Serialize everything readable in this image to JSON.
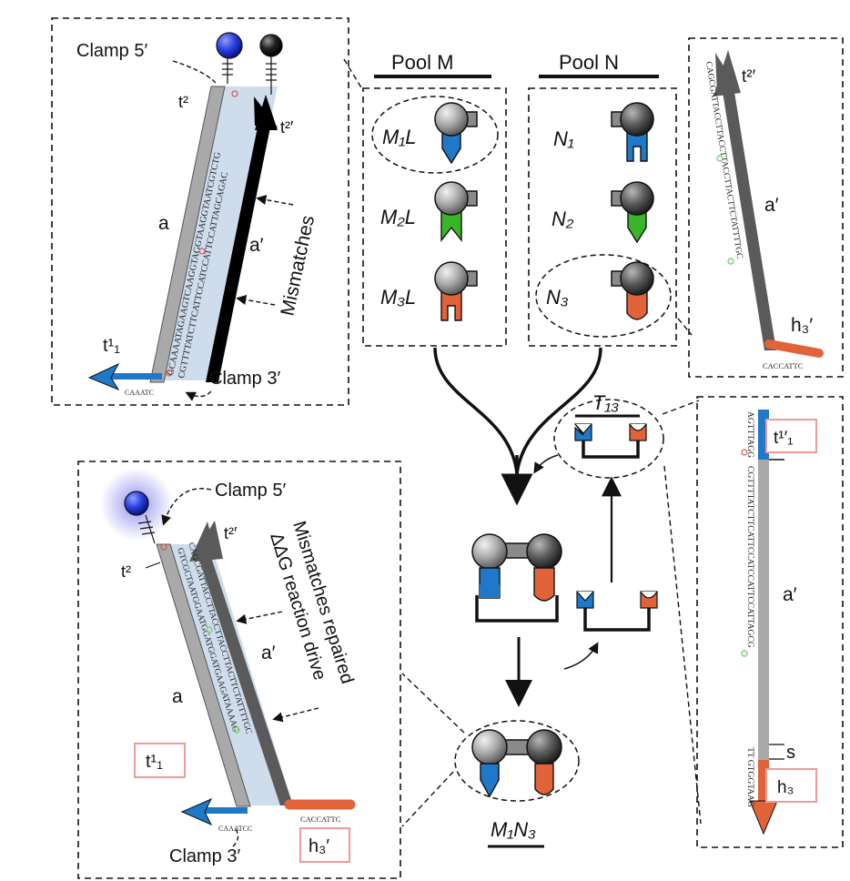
{
  "colors": {
    "blue": "#1f78c8",
    "green": "#39b52a",
    "orange": "#e0633a",
    "dark_grey": "#5a5a5a",
    "light_grey": "#a9a9a9",
    "duplex_shade": "#c9d8ea",
    "mismatch_red": "#d9534f",
    "repair_green": "#7fd17a",
    "glow": "#6f6fe8"
  },
  "panel_top_left": {
    "clamp5": "Clamp 5′",
    "clamp3": "Clamp 3′",
    "t2": "t²",
    "t2p": "t²′",
    "a": "a",
    "ap": "a′",
    "t11": "t¹₁",
    "mismatches": "Mismatches",
    "seq_left": "GCAAAATAGAAGTCAAGGTAGGTAAGGTAATCGTCTG",
    "seq_right": "CGTTTTATCTTCATTCCATCCATTCCATTAGCAGAC",
    "tail": "CAAATC"
  },
  "pools": {
    "pool_m": "Pool M",
    "pool_n": "Pool N",
    "m_items": [
      "M₁L",
      "M₂L",
      "M₃L"
    ],
    "n_items": [
      "N₁",
      "N₂",
      "N₃"
    ]
  },
  "panel_top_right": {
    "t2p": "t²′",
    "ap": "a′",
    "h3p": "h₃′",
    "seq": "CAGCGATTACCTTACCTTACCTTACTTCTATTTTGC",
    "tail": "CACCATTC"
  },
  "template": {
    "label": "T₁₃"
  },
  "product": {
    "label": "M₁N₃"
  },
  "panel_bottom_left": {
    "clamp5": "Clamp 5′",
    "clamp3": "Clamp 3′",
    "t2": "t²",
    "t2p": "t²′",
    "a": "a",
    "ap": "a′",
    "t11": "t¹₁",
    "h3p": "h₃′",
    "repaired_line1": "Mismatches repaired",
    "repaired_line2": "ΔΔG reaction drive",
    "seq_left": "GTCGCTAATGGAATGGATGGATGAAGATAAAAG",
    "seq_right": "CAGCGATTACCTTACCTTACCTTACTTCTATTTTGC",
    "tail_left": "CAAATCC",
    "tail_right": "CACCATTC"
  },
  "panel_bottom_right": {
    "t11p": "t¹′₁",
    "ap": "a′",
    "s": "s",
    "h3": "h₃",
    "seq_top": "AGTTTAGG",
    "seq_mid": "CGTTTTATCTTCATTCCATCCATTCCATTAGCG",
    "seq_bottom": "TT GTGGTAAG"
  }
}
